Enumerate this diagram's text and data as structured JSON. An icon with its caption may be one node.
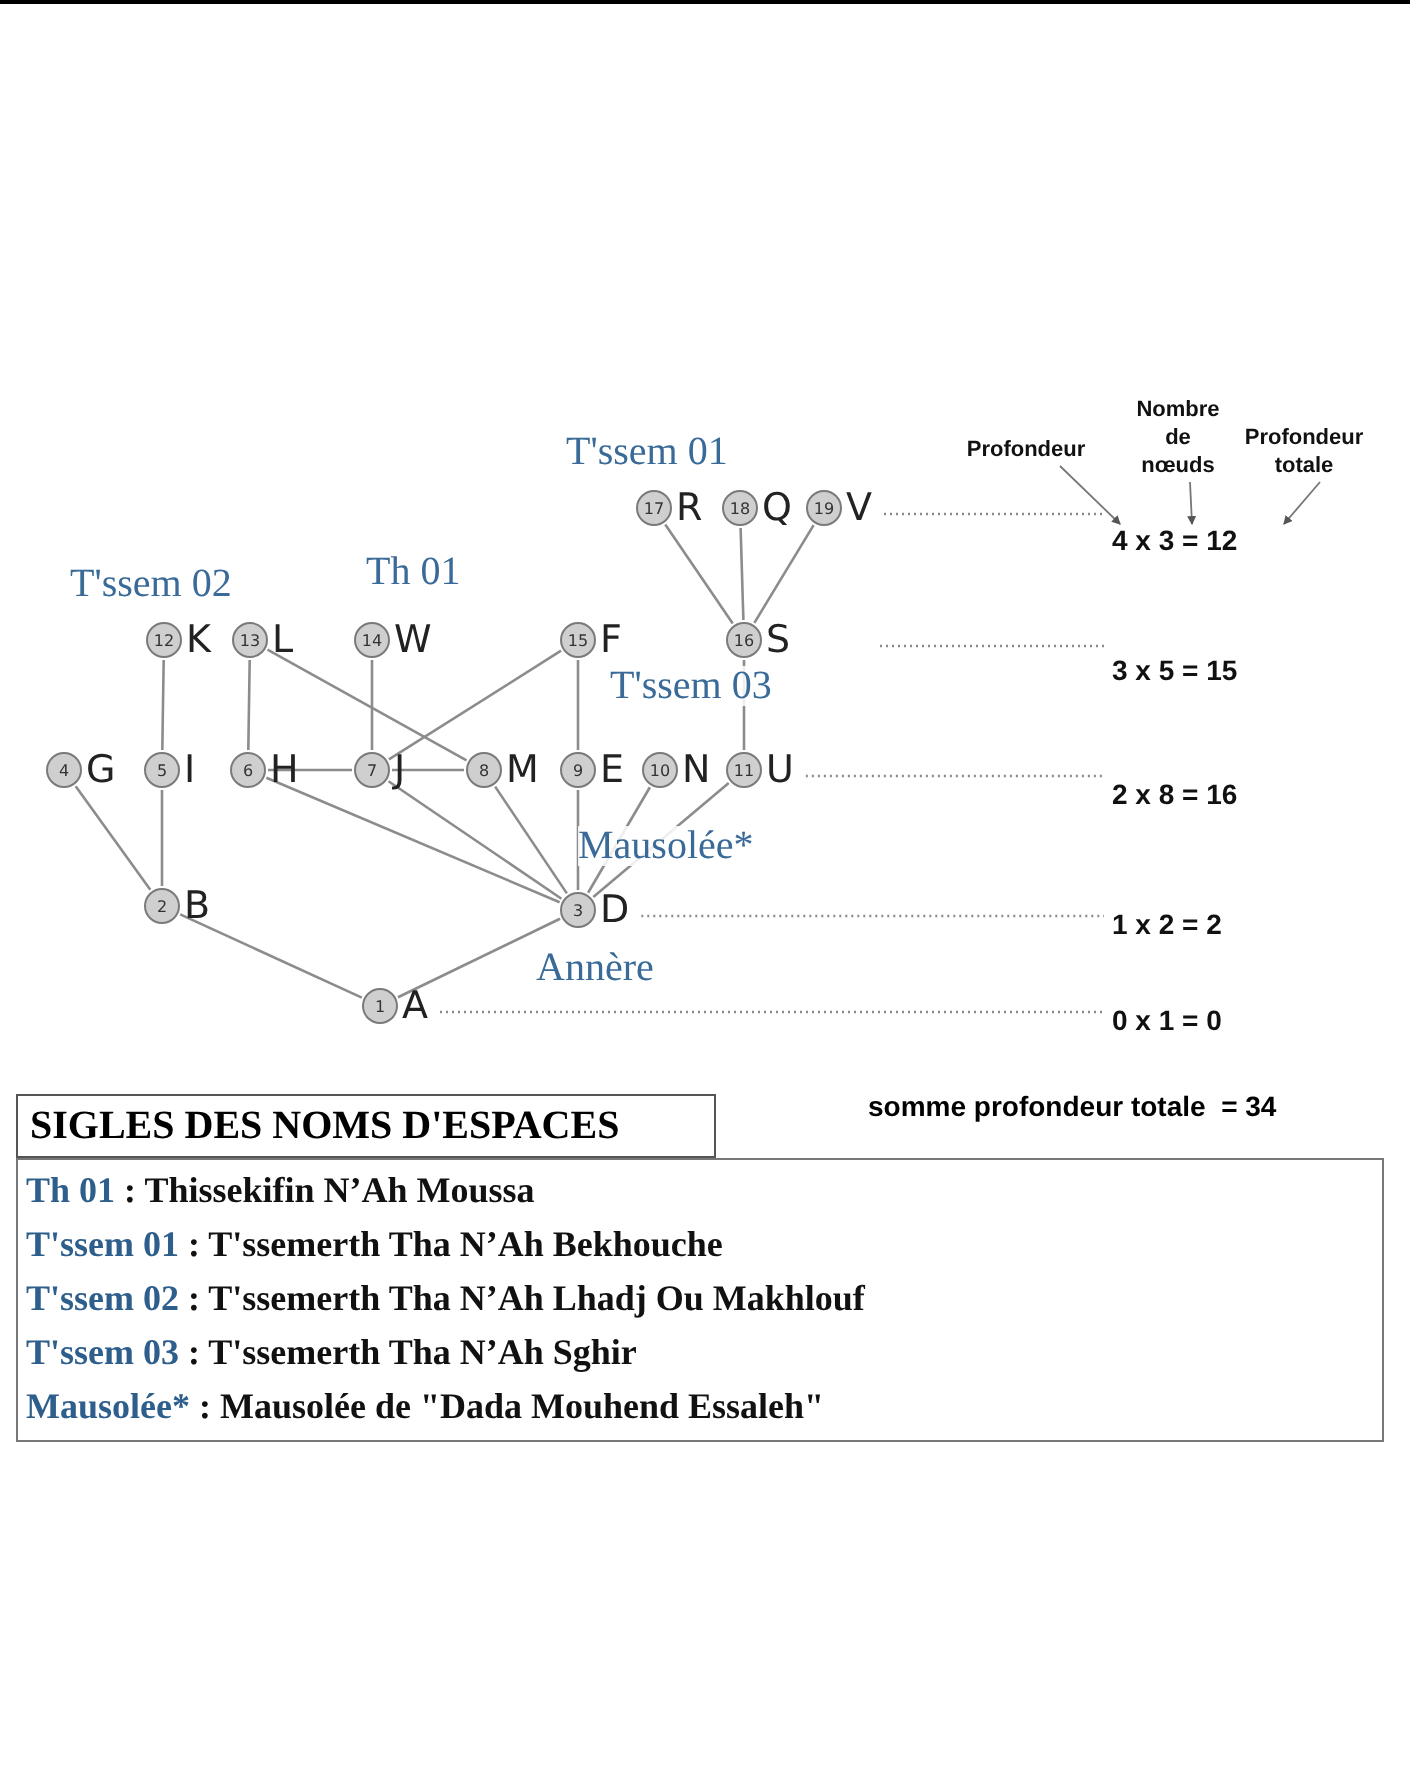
{
  "diagram": {
    "nodes": [
      {
        "text": [
          "1"
        ],
        "beside": [
          "A"
        ]
      },
      {
        "text": [
          "2"
        ],
        "beside": [
          "B"
        ]
      },
      {
        "text": [
          "3"
        ],
        "beside": [
          "D",
          "Annère"
        ]
      },
      {
        "text": [
          "4"
        ],
        "beside": [
          "G"
        ]
      },
      {
        "text": [
          "5"
        ],
        "beside": [
          "I"
        ]
      },
      {
        "text": [
          "6"
        ],
        "beside": [
          "H"
        ]
      },
      {
        "text": [
          "7"
        ],
        "beside": [
          "J"
        ]
      },
      {
        "text": [
          "8"
        ],
        "beside": [
          "M"
        ]
      },
      {
        "text": [
          "9"
        ],
        "beside": [
          "E"
        ]
      },
      {
        "text": [
          "10"
        ],
        "beside": [
          "N"
        ]
      },
      {
        "text": [
          "11"
        ],
        "beside": [
          "U"
        ]
      },
      {
        "text": [
          "12"
        ],
        "beside": [
          "K"
        ]
      },
      {
        "text": [
          "13"
        ],
        "beside": [
          "L"
        ]
      },
      {
        "text": [
          "14"
        ],
        "beside": [
          "W"
        ]
      },
      {
        "text": [
          "15"
        ],
        "beside": [
          "F"
        ]
      },
      {
        "text": [
          "16"
        ],
        "beside": [
          "S"
        ]
      },
      {
        "text": [
          "17"
        ],
        "beside": [
          "R"
        ]
      },
      {
        "text": [
          "18"
        ],
        "beside": [
          "Q"
        ]
      },
      {
        "text": [
          "19"
        ],
        "beside": [
          "V"
        ]
      },
      {
        "text": [
          "4 x 3 = 12"
        ]
      },
      {
        "text": [
          "3 x 5 = 15"
        ]
      },
      {
        "text": [
          "2 x 8 = 16"
        ]
      },
      {
        "text": [
          "1 x 2 = 2"
        ]
      },
      {
        "text": [
          "0 x 1 = 0"
        ]
      },
      {
        "text": [
          "Profondeur"
        ]
      },
      {
        "text": [
          "Nombre de nœuds"
        ]
      },
      {
        "text": [
          "Profondeur totale"
        ]
      },
      {
        "text": [
          "SIGLES DES NOMS D'ESPACES"
        ]
      },
      {
        "text": [
          "Th 01",
          ": Thissekifin N’Ah Moussa",
          "T'ssem 01",
          ": T'ssemerth Tha N’Ah Bekhouche",
          "T'ssem 02",
          ": T'ssemerth Tha N’Ah Lhadj Ou Makhlouf",
          "T'ssem 03",
          ": T'ssemerth Tha N’Ah Sghir",
          "Mausolée*",
          ": Mausolée de \"Dada Mouhend Essaleh\""
        ]
      }
    ],
    "edges": [
      {
        "from": 0,
        "to": 1,
        "arrow": "none"
      },
      {
        "from": 0,
        "to": 2,
        "arrow": "none"
      },
      {
        "from": 1,
        "to": 3,
        "arrow": "none"
      },
      {
        "from": 1,
        "to": 4,
        "arrow": "none"
      },
      {
        "from": 4,
        "to": 11,
        "arrow": "none"
      },
      {
        "from": 2,
        "to": 5,
        "arrow": "none"
      },
      {
        "from": 2,
        "to": 6,
        "arrow": "none"
      },
      {
        "from": 2,
        "to": 7,
        "arrow": "none"
      },
      {
        "from": 2,
        "to": 8,
        "arrow": "none"
      },
      {
        "from": 2,
        "to": 9,
        "arrow": "none"
      },
      {
        "from": 2,
        "to": 10,
        "arrow": "none"
      },
      {
        "from": 5,
        "to": 6,
        "arrow": "none"
      },
      {
        "from": 6,
        "to": 7,
        "arrow": "none"
      },
      {
        "from": 5,
        "to": 12,
        "arrow": "none"
      },
      {
        "from": 12,
        "to": 7,
        "arrow": "none"
      },
      {
        "from": 6,
        "to": 13,
        "arrow": "none"
      },
      {
        "from": 6,
        "to": 14,
        "arrow": "none"
      },
      {
        "from": 8,
        "to": 14,
        "arrow": "none"
      },
      {
        "from": 10,
        "to": 15,
        "arrow": "none"
      },
      {
        "from": 15,
        "to": 16,
        "arrow": "none"
      },
      {
        "from": 15,
        "to": 17,
        "arrow": "none"
      },
      {
        "from": 15,
        "to": 18,
        "arrow": "none"
      },
      {
        "from": 24,
        "to": 19,
        "arrow": "to"
      },
      {
        "from": 25,
        "to": 19,
        "arrow": "to"
      },
      {
        "from": 26,
        "to": 19,
        "arrow": "to"
      },
      {
        "from": 18,
        "to": 19,
        "arrow": "none",
        "style": "dashed"
      },
      {
        "from": 15,
        "to": 20,
        "arrow": "none",
        "style": "dashed"
      },
      {
        "from": 10,
        "to": 21,
        "arrow": "none",
        "style": "dashed"
      },
      {
        "from": 2,
        "to": 22,
        "arrow": "none",
        "style": "dashed"
      },
      {
        "from": 0,
        "to": 23,
        "arrow": "none",
        "style": "dashed"
      }
    ],
    "labels": [
      "T'ssem 01",
      "T'ssem 02",
      "Th 01",
      "T'ssem 03",
      "Mausolée*",
      "somme profondeur totale  = 34"
    ]
  }
}
